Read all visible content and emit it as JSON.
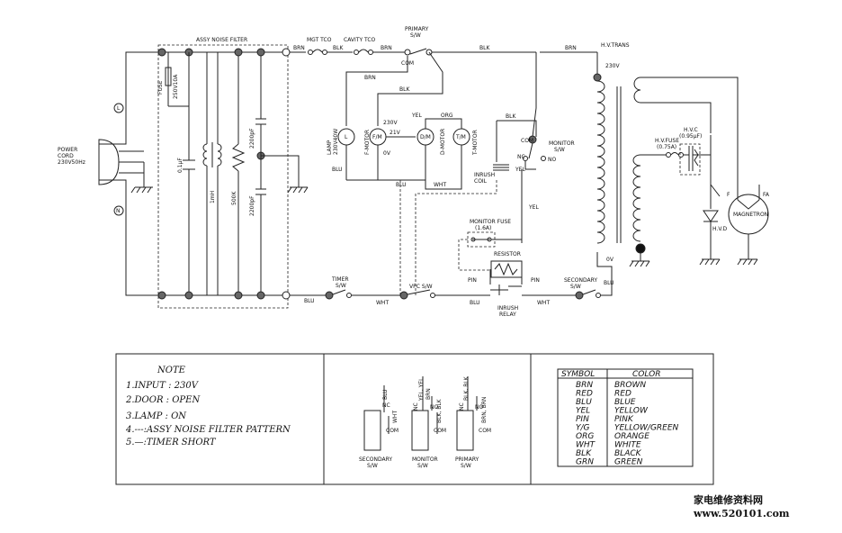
{
  "schematic": {
    "assy_noise_filter": "ASSY NOISE FILTER",
    "power_cord": [
      "POWER",
      "CORD",
      "230V50Hz"
    ],
    "terminal_l": "L",
    "terminal_n": "N",
    "fuse": [
      "FUSE",
      "250V10A"
    ],
    "cap_01uf": "0.1μF",
    "coil_1mh": "1mH",
    "res_500k": "500K",
    "cap_2200pf_top": "2200pF",
    "cap_2200pf_bot": "2200pF",
    "mgt_tco": "MGT TCO",
    "cavity_tco": "CAVITY TCO",
    "primary_sw": [
      "PRIMARY",
      "S/W"
    ],
    "com": "COM",
    "lamp": [
      "LAMP",
      "230V40W"
    ],
    "f_motor": "F/M",
    "f_motor_side": "F-MOTOR",
    "d_motor": "D/M",
    "d_motor_side": "D-MOTOR",
    "t_motor": "T/M",
    "t_motor_side": "T-MOTOR",
    "v230": "230V",
    "v21": "21V",
    "v0": "0V",
    "l_circle": "L",
    "monitor_sw": [
      "MONITOR",
      "S/W"
    ],
    "nc": "NC",
    "no": "NO",
    "inrush_coil": [
      "INRUSH",
      "COIL"
    ],
    "monitor_fuse": [
      "MONITOR FUSE",
      "(1.6A)"
    ],
    "resistor": "RESISTOR",
    "pin": "PIN",
    "inrush_relay": [
      "INRUSH",
      "RELAY"
    ],
    "timer_sw": [
      "TIMER",
      "S/W"
    ],
    "vpc_sw": "VPC S/W",
    "secondary_sw": [
      "SECONDARY",
      "S/W"
    ],
    "hv_trans": "H.V.TRANS",
    "hv_fuse": [
      "H.V.FUSE",
      "(0.75A)"
    ],
    "hvc": [
      "H.V.C",
      "(0.95μF)"
    ],
    "hvd": "H.V.D",
    "magnetron": "MAGNETRON",
    "f": "F",
    "fa": "FA",
    "brn": "BRN",
    "blk": "BLK",
    "blu": "BLU",
    "yel": "YEL",
    "org": "ORG",
    "wht": "WHT"
  },
  "notes": {
    "title": "NOTE",
    "items": [
      "1.INPUT : 230V",
      "2.DOOR : OPEN",
      "3.LAMP : ON",
      "4.---:ASSY NOISE FILTER PATTERN",
      "5.—:TIMER SHORT"
    ]
  },
  "switches": [
    {
      "name": [
        "SECONDARY",
        "S/W"
      ],
      "top": [
        "BLU"
      ],
      "right": "WHT",
      "nc": "NC",
      "com": "COM"
    },
    {
      "name": [
        "MONITOR",
        "S/W"
      ],
      "top": [
        "NC",
        "YEL, YEL",
        "BRN"
      ],
      "right": "BLK, BLK",
      "nc": "NO",
      "com": "COM"
    },
    {
      "name": [
        "PRIMARY",
        "S/W"
      ],
      "top": [
        "NC",
        "BLK, BLK",
        "BRN, BRN"
      ],
      "right": "",
      "nc": "NO",
      "com": "COM"
    }
  ],
  "color_table": {
    "header": [
      "SYMBOL",
      "COLOR"
    ],
    "rows": [
      [
        "BRN",
        "BROWN"
      ],
      [
        "RED",
        "RED"
      ],
      [
        "BLU",
        "BLUE"
      ],
      [
        "YEL",
        "YELLOW"
      ],
      [
        "PIN",
        "PINK"
      ],
      [
        "Y/G",
        "YELLOW/GREEN"
      ],
      [
        "ORG",
        "ORANGE"
      ],
      [
        "WHT",
        "WHITE"
      ],
      [
        "BLK",
        "BLACK"
      ],
      [
        "GRN",
        "GREEN"
      ]
    ]
  },
  "watermark": {
    "cn": "家电维修资料网",
    "url": "www.520101.com"
  }
}
